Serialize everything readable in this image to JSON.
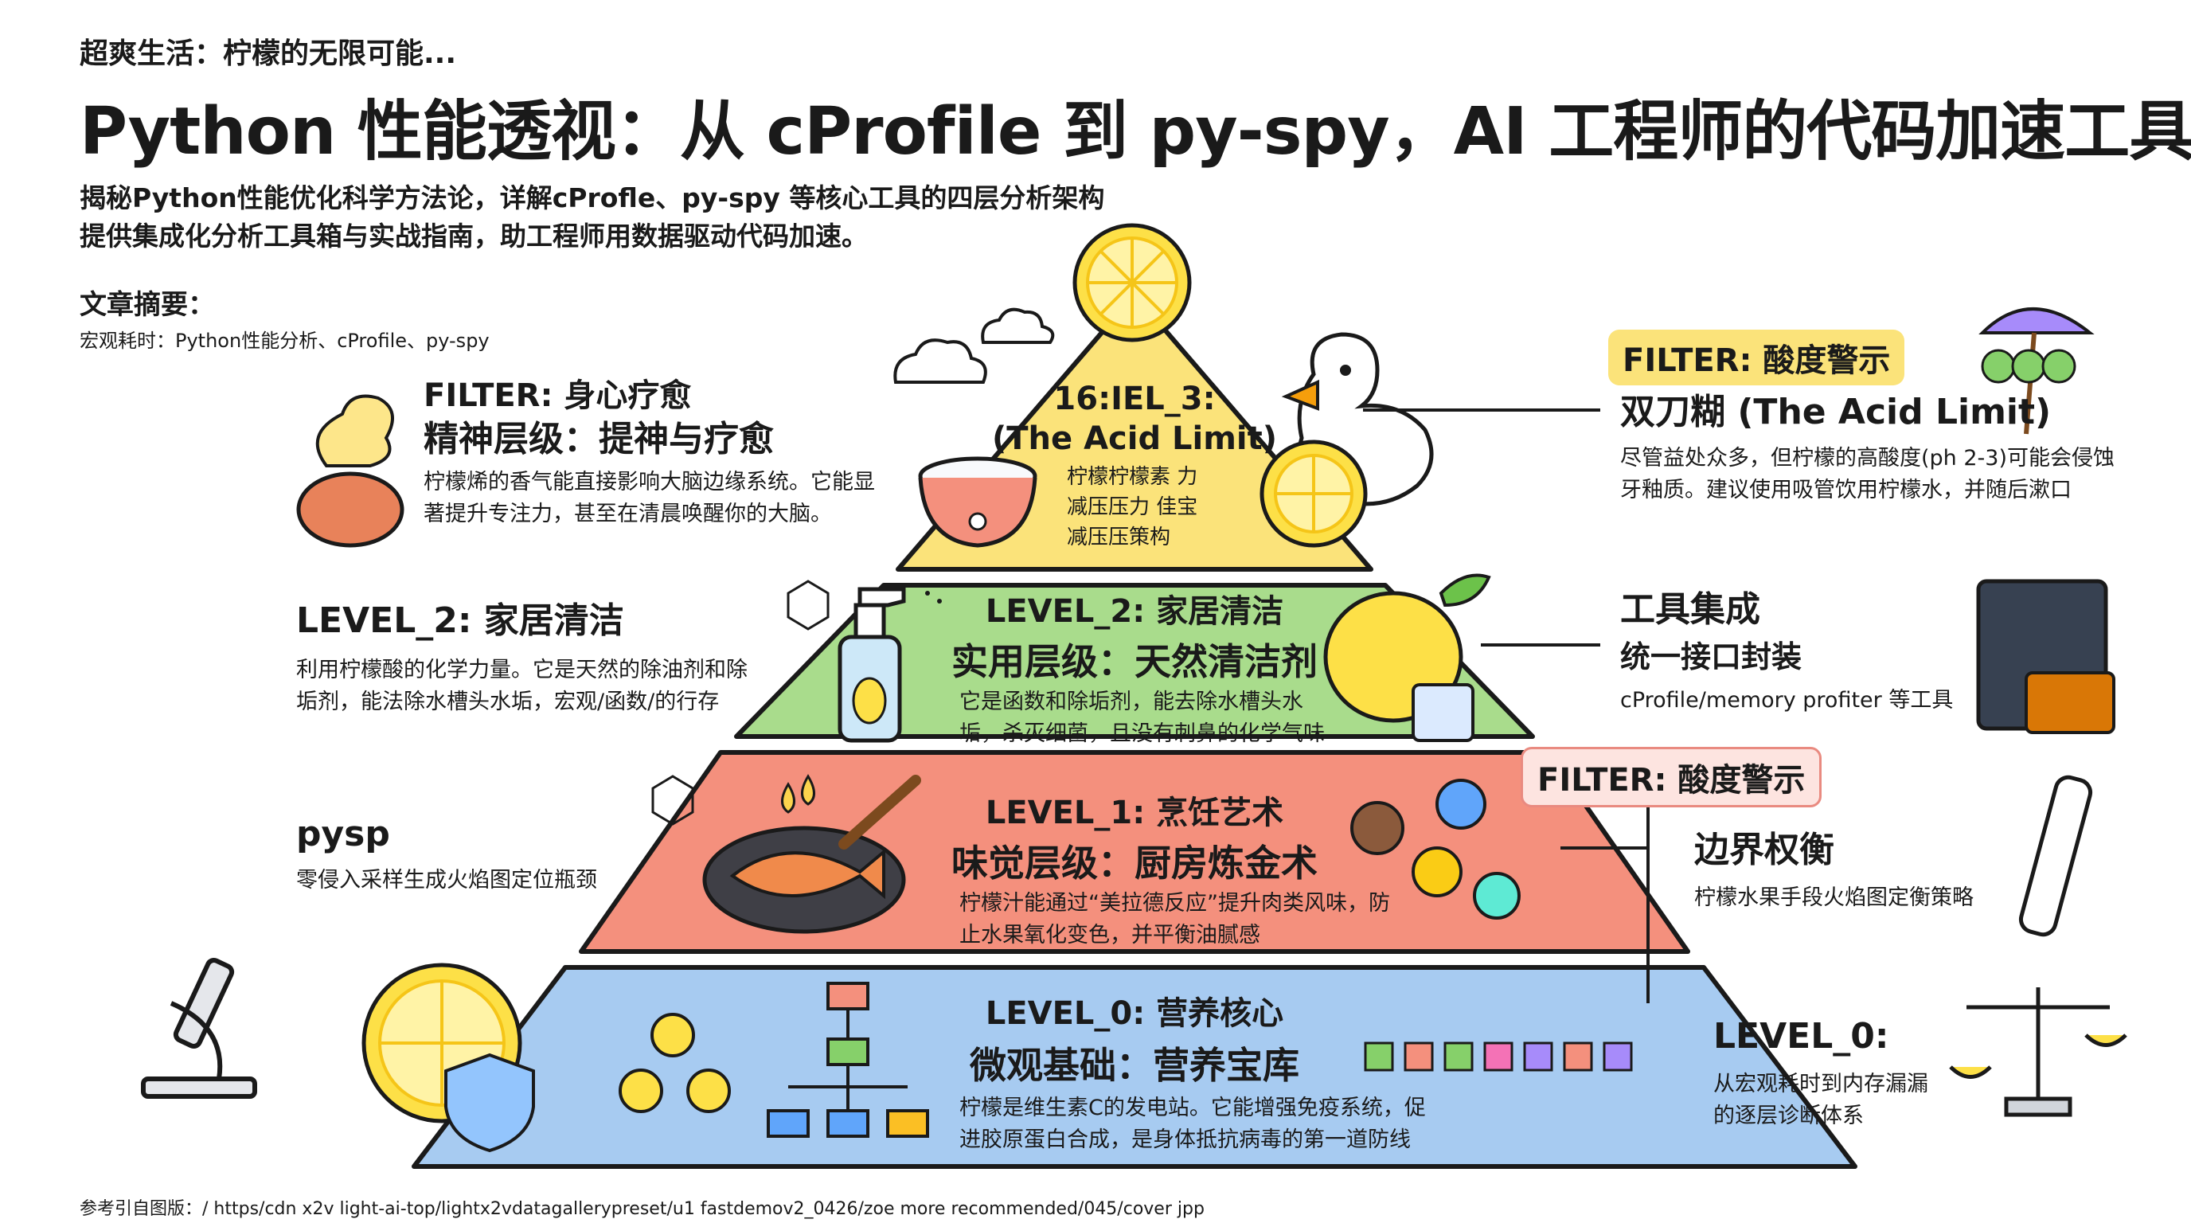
{
  "header": {
    "kicker": "超爽生活：柠檬的无限可能...",
    "title": "Python 性能透视：从 cProfile 到 py-spy，AI 工程师的代码加速工具箱",
    "subtitle_1": "揭秘Python性能优化科学方法论，详解cProfle、py-spy 等核心工具的四层分析架构",
    "subtitle_2": "提供集成化分析工具箱与实战指南，助工程师用数据驱动代码加速。",
    "summary_heading": "文章摘要：",
    "summary_text": "宏观耗时：Python性能分析、cProfile、py-spy"
  },
  "pyramid": {
    "tiers": [
      {
        "level": "16:IEL_3:",
        "subtitle": "(The Acid Limit)",
        "body": "柠檬柠檬素 力减压压力 佳宝减压压策构",
        "color": "#fbe37a"
      },
      {
        "level": "LEVEL_2: 家居清洁",
        "subtitle": "实用层级：天然清洁剂",
        "body": "它是函数和除垢剂，能去除水槽头水垢，杀灭细菌，且没有刺鼻的化学气味",
        "color": "#a9dc8c"
      },
      {
        "level": "LEVEL_1: 烹饪艺术",
        "subtitle": "味觉层级：厨房炼金术",
        "body": "柠檬汁能通过“美拉德反应”提升肉类风味，防止水果氧化变色，并平衡油腻感",
        "color": "#f4907d"
      },
      {
        "level": "LEVEL_0: 营养核心",
        "subtitle": "微观基础：营养宝库",
        "body": "柠檬是维生素C的发电站。它能增强免疫系统，促进胶原蛋白合成，是身体抵抗病毒的第一道防线",
        "color": "#a7cbf1"
      }
    ]
  },
  "left": {
    "filter_heal": {
      "title": "FILTER: 身心疗愈",
      "subtitle": "精神层级：提神与疗愈",
      "body": "柠檬烯的香气能直接影响大脑边缘系统。它能显著提升专注力，甚至在清晨唤醒你的大脑。"
    },
    "level2": {
      "title": "LEVEL_2: 家居清洁",
      "body": "利用柠檬酸的化学力量。它是天然的除油剂和除垢剂，能法除水槽头水垢，宏观/函数/的行存"
    },
    "pysp": {
      "title": "pysp",
      "body": "零侵入采样生成火焰图定位瓶颈"
    }
  },
  "right": {
    "acid": {
      "badge": "FILTER: 酸度警示",
      "title": "双刀糊 (The Acid Limit)",
      "body": "尽管益处众多，但柠檬的高酸度(ph 2-3)可能会侵蚀牙釉质。建议使用吸管饮用柠檬水，并随后漱口"
    },
    "tools": {
      "title": "工具集成",
      "subtitle": "统一接口封装",
      "body": "cProfile/memory profiter  等工具"
    },
    "boundary": {
      "badge": "FILTER: 酸度警示",
      "title": "边界权衡",
      "body": "柠檬水果手段火焰图定衡策略"
    },
    "level0": {
      "title": "LEVEL_0:",
      "body": "从宏观耗时到内存漏漏的逐层诊断体系"
    }
  },
  "footer": {
    "text": "参考引自图版：/ https/cdn x2v light-ai-top/lightx2vdatagallerypreset/u1 fastdemov2_0426/zoe more recommended/045/cover jpp"
  },
  "colors": {
    "lemon": "#fde047",
    "lemon_rim": "#f5c518",
    "outline": "#1a1a1a",
    "badge_yellow": "#fbe37a",
    "badge_red": "#e98a80"
  }
}
